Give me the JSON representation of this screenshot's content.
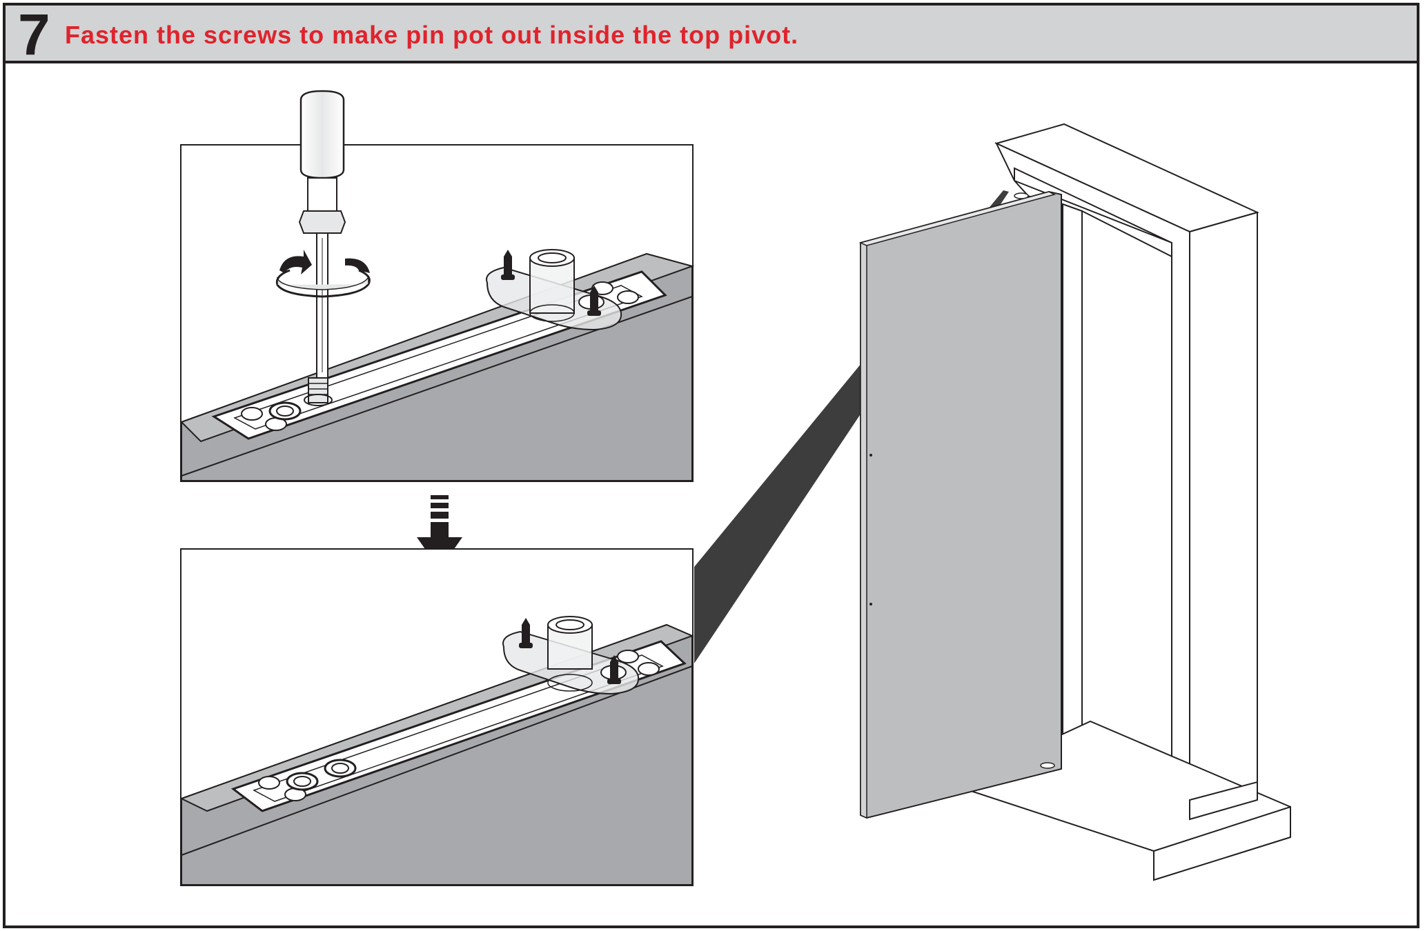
{
  "step": {
    "number": "7",
    "instruction": "Fasten the screws to make pin pot out inside the top pivot."
  },
  "colors": {
    "instruction_text": "#e0232c",
    "header_background": "#d1d3d4",
    "outline": "#231f20",
    "door_fill": "#bcbec0",
    "beam_fill": "#a7a9ac",
    "callout_beam": "#3d3d3d"
  },
  "panels": [
    {
      "name": "before",
      "content": "screwdriver turning screw on top pivot plate"
    },
    {
      "name": "after",
      "content": "top pivot pin pot raised out"
    }
  ],
  "icons": [
    "screwdriver-icon",
    "rotate-arrow-icon",
    "down-arrow-icon",
    "door-frame-icon"
  ]
}
